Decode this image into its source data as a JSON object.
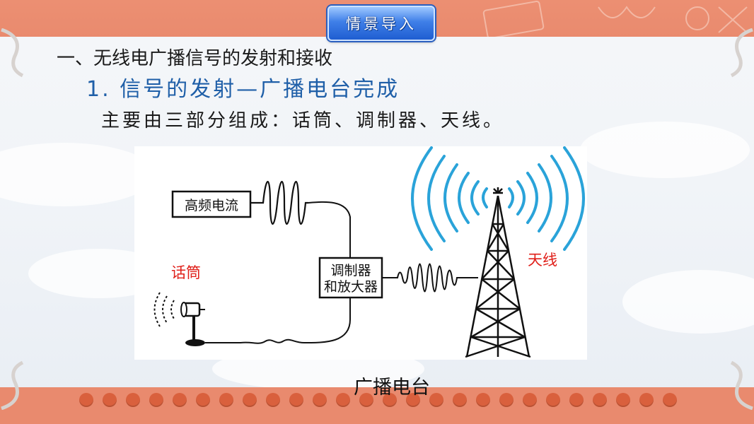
{
  "banner": {
    "title": "情景导入"
  },
  "heading": "一、无线电广播信号的发射和接收",
  "subheading": "1. 信号的发射—广播电台完成",
  "body": "主要由三部分组成：话筒、调制器、天线。",
  "diagram": {
    "box_hf": "高频电流",
    "box_mod_line1": "调制器",
    "box_mod_line2": "和放大器",
    "label_mic": "话筒",
    "label_antenna": "天线"
  },
  "caption": "广播电台",
  "colors": {
    "frame": "#e98a6e",
    "dots": "#d9603d",
    "heading_blue": "#1f5fa8",
    "signal_blue": "#2aa3d9",
    "label_red": "#e0201a"
  }
}
